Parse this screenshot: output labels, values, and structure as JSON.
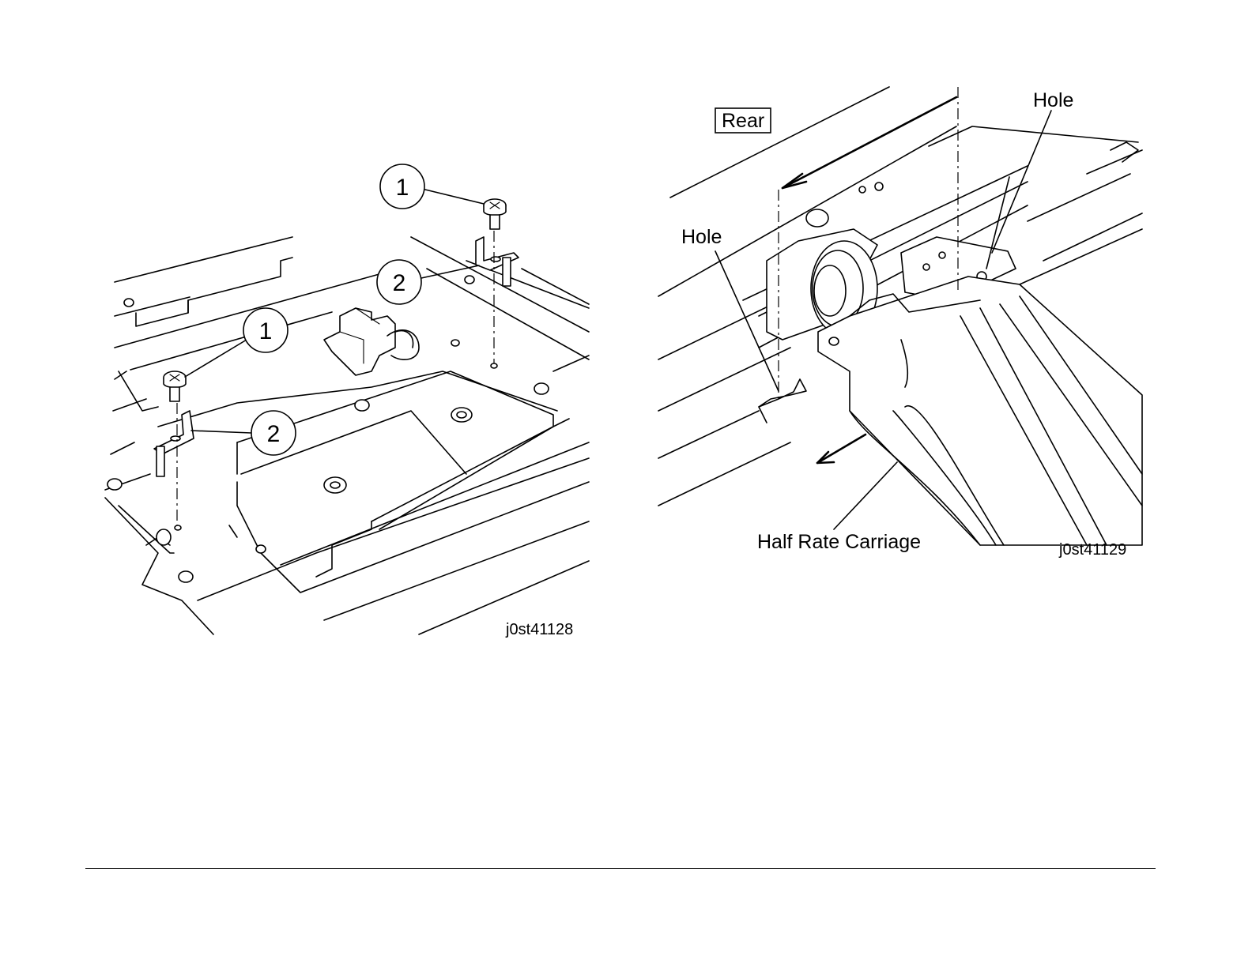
{
  "left_figure": {
    "callouts": [
      {
        "id": "1a",
        "label": "1"
      },
      {
        "id": "2a",
        "label": "2"
      },
      {
        "id": "1b",
        "label": "1"
      },
      {
        "id": "2b",
        "label": "2"
      }
    ],
    "figure_id": "j0st41128"
  },
  "right_figure": {
    "rear_label": "Rear",
    "hole_right_label": "Hole",
    "hole_left_label": "Hole",
    "carriage_label": "Half Rate Carriage",
    "figure_id": "j0st41129"
  }
}
